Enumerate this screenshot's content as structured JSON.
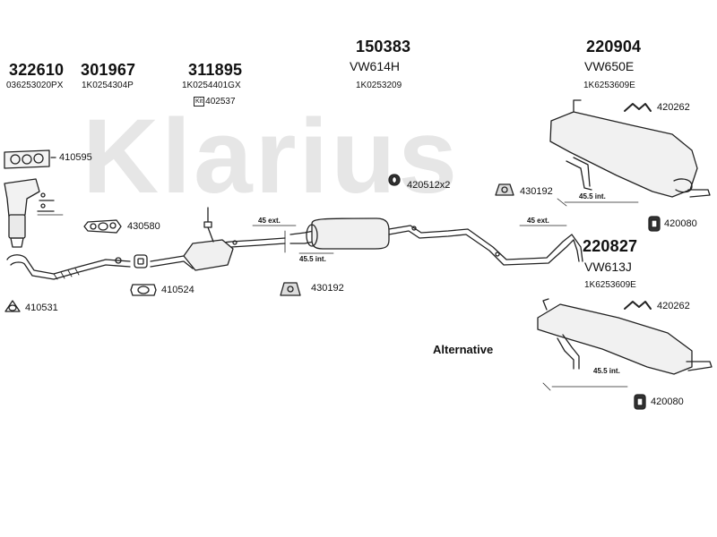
{
  "watermark": "Klarius",
  "groups": [
    {
      "part_no": "322610",
      "oe": "036253020PX"
    },
    {
      "part_no": "301967",
      "oe": "1K0254304P"
    },
    {
      "part_no": "311895",
      "oe": "1K0254401GX"
    },
    {
      "part_no": "150383",
      "code": "VW614H",
      "oe": "1K0253209"
    },
    {
      "part_no": "220904",
      "code": "VW650E",
      "oe": "1K6253609E"
    },
    {
      "part_no": "220827",
      "code": "VW613J",
      "oe": "1K6253609E"
    }
  ],
  "kit": {
    "icon_text": "Kit",
    "part_no": "402537"
  },
  "parts": {
    "p410595": "410595",
    "p430580": "430580",
    "p410524": "410524",
    "p410531": "410531",
    "p420512": "420512x2",
    "p430192a": "430192",
    "p430192b": "430192",
    "p420262a": "420262",
    "p420080a": "420080",
    "p420262b": "420262",
    "p420080b": "420080"
  },
  "dimensions": {
    "ext1": "45 ext.",
    "int1": "45.5 int.",
    "ext2": "45 ext.",
    "int2": "45.5 int.",
    "int3": "45.5 int."
  },
  "alternative_label": "Alternative"
}
